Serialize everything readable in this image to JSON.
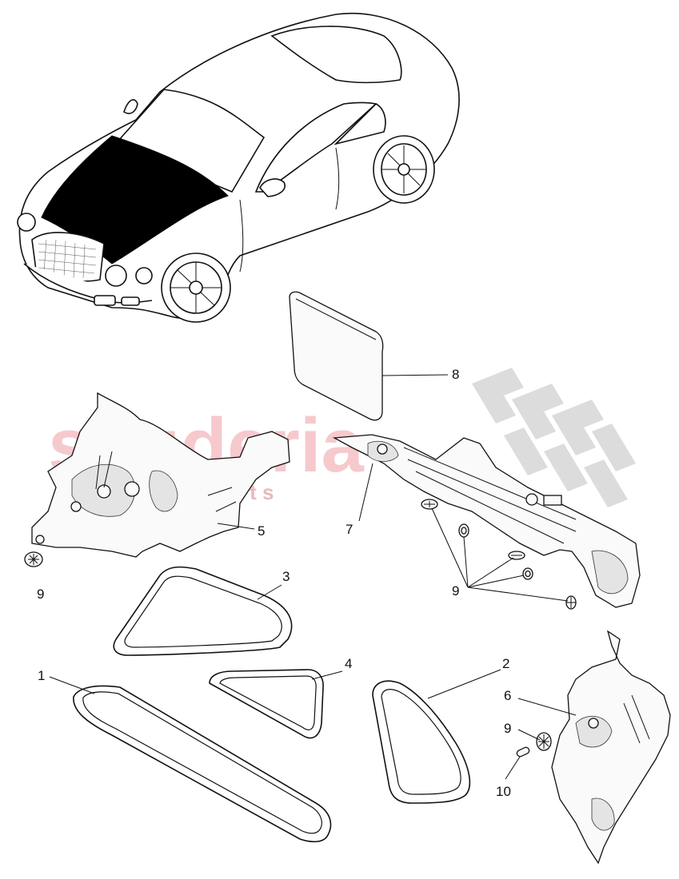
{
  "watermark": {
    "brand": "scuderia",
    "sub": "p a r t s",
    "color": "#f3b8bd",
    "checker_color": "#d9d9d9"
  },
  "callouts": {
    "c1": "1",
    "c2": "2",
    "c3": "3",
    "c4": "4",
    "c5": "5",
    "c6": "6",
    "c7": "7",
    "c8": "8",
    "c9a": "9",
    "c9b": "9",
    "c9c": "9",
    "c10": "10"
  },
  "icons": [
    "car-illustration",
    "bonnet-highlight",
    "foam-seal",
    "clip-fastener",
    "insulation-panel"
  ]
}
